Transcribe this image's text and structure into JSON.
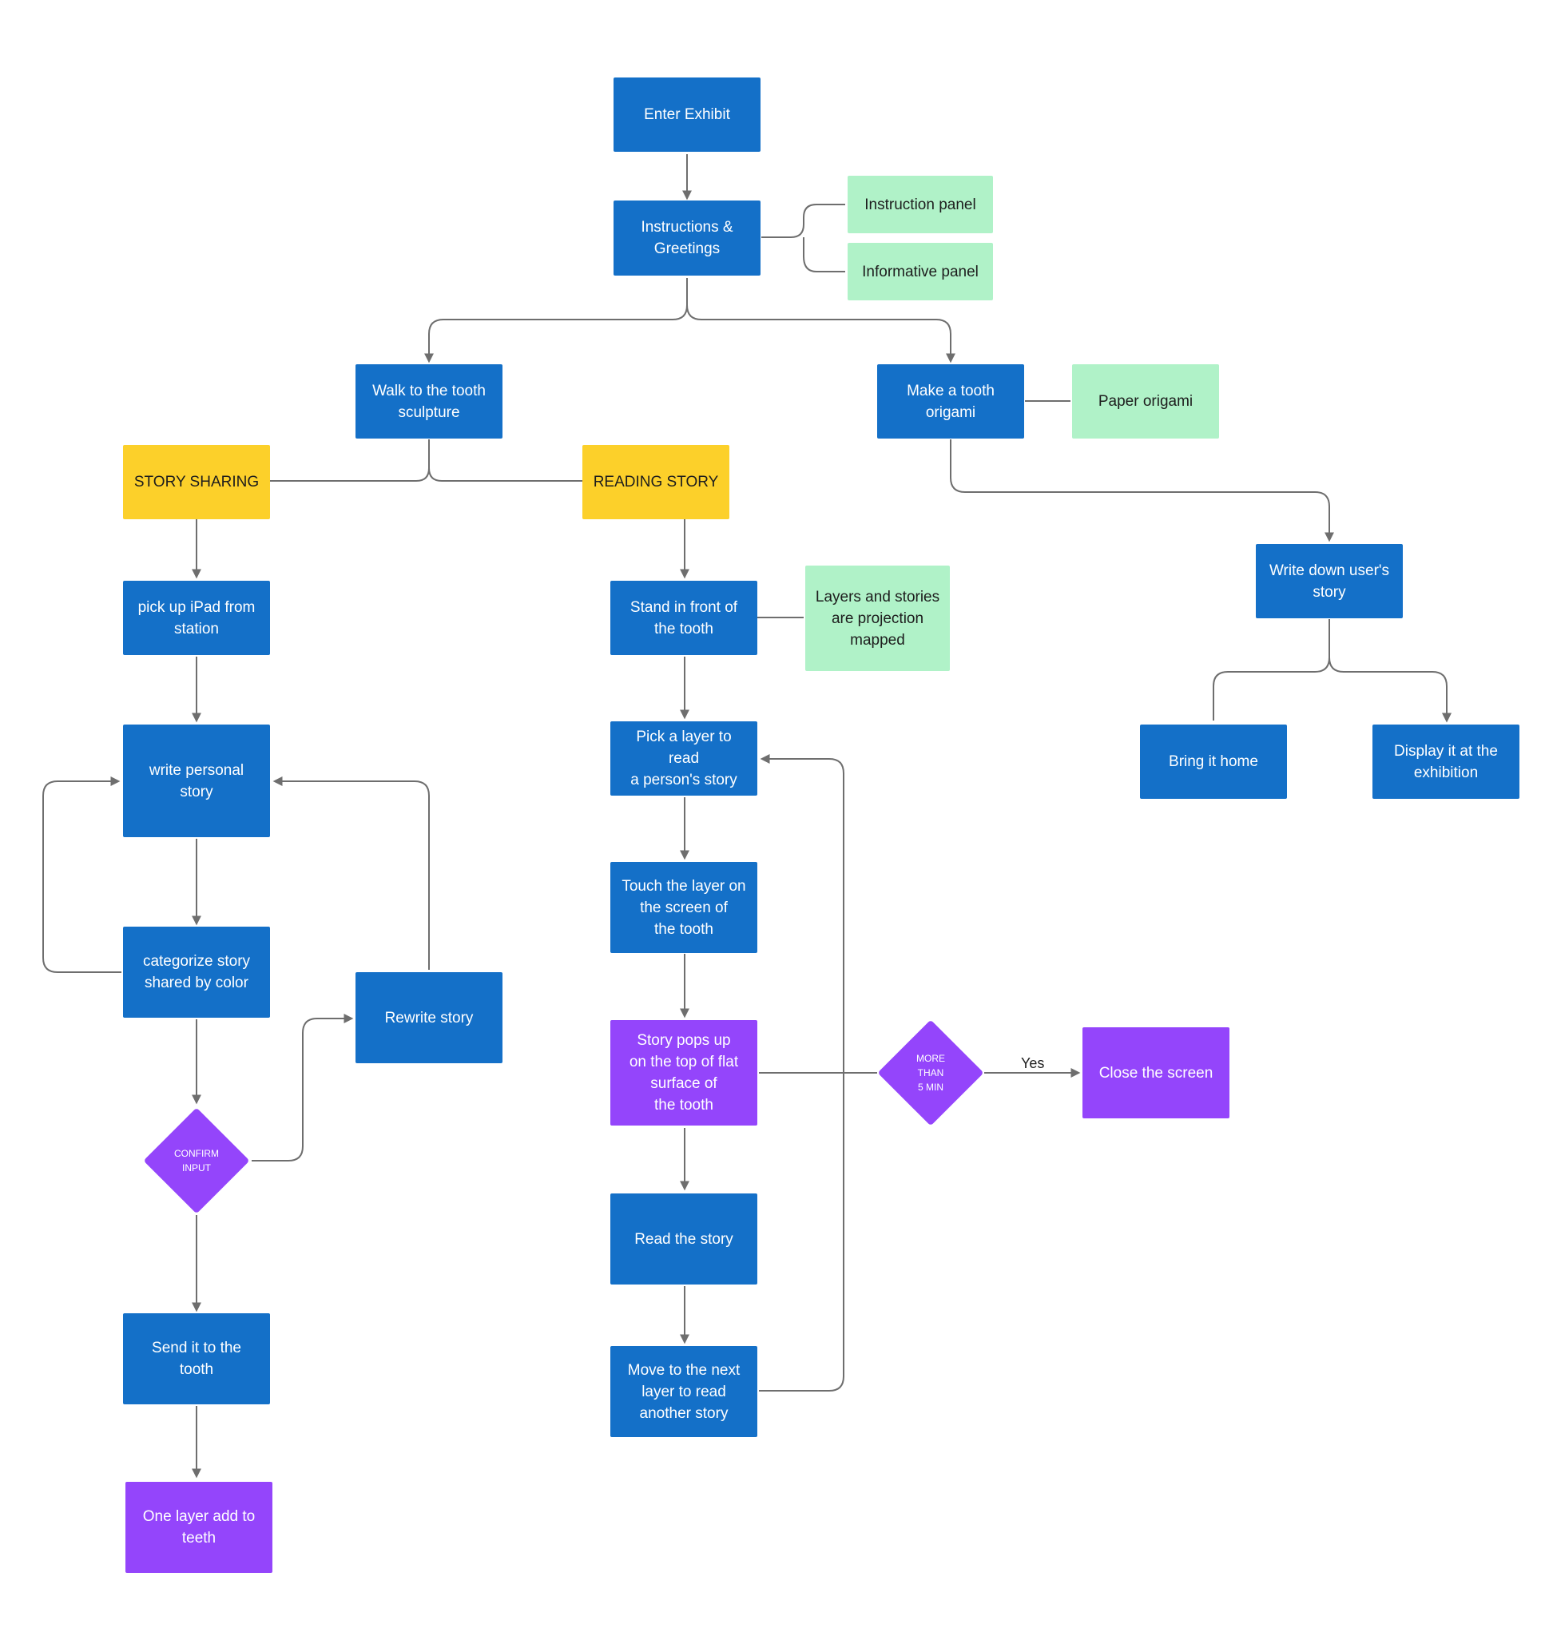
{
  "colors": {
    "primary": "#1470c8",
    "note": "#b0f2c8",
    "track": "#fcd02a",
    "decision": "#9445fb",
    "connector": "#6e6e6e"
  },
  "nodes": {
    "enter_exhibit": "Enter Exhibit",
    "instructions_greetings": "Instructions &\nGreetings",
    "instruction_panel": "Instruction panel",
    "informative_panel": "Informative panel",
    "walk_to_tooth": "Walk to the tooth\nsculpture",
    "make_origami": "Make a tooth\norigami",
    "paper_origami": "Paper origami",
    "story_sharing": "STORY SHARING",
    "reading_story": "READING STORY",
    "pick_up_ipad": "pick up iPad from\nstation",
    "stand_in_front": "Stand in front of\nthe tooth",
    "layers_projection": "Layers and stories\nare projection\nmapped",
    "write_down_story": "Write down user's\nstory",
    "bring_home": "Bring it home",
    "display_exhibition": "Display it at the\nexhibition",
    "write_personal": "write personal\nstory",
    "pick_layer": "Pick a layer to read\na person's story",
    "touch_layer": "Touch the layer on\nthe screen of\nthe tooth",
    "categorize_story": "categorize story\nshared by color",
    "rewrite_story": "Rewrite story",
    "story_pops_up": "Story pops up\non the top of flat\nsurface of\nthe tooth",
    "close_screen": "Close the screen",
    "read_story": "Read the story",
    "send_to_tooth": "Send it to the\ntooth",
    "move_next_layer": "Move to the next\nlayer to read\nanother story",
    "one_layer_add": "One layer add to\nteeth"
  },
  "decisions": {
    "confirm_input": "CONFIRM\nINPUT",
    "more_than_5min": "MORE\nTHAN\n5 MIN"
  },
  "edge_labels": {
    "yes": "Yes"
  }
}
